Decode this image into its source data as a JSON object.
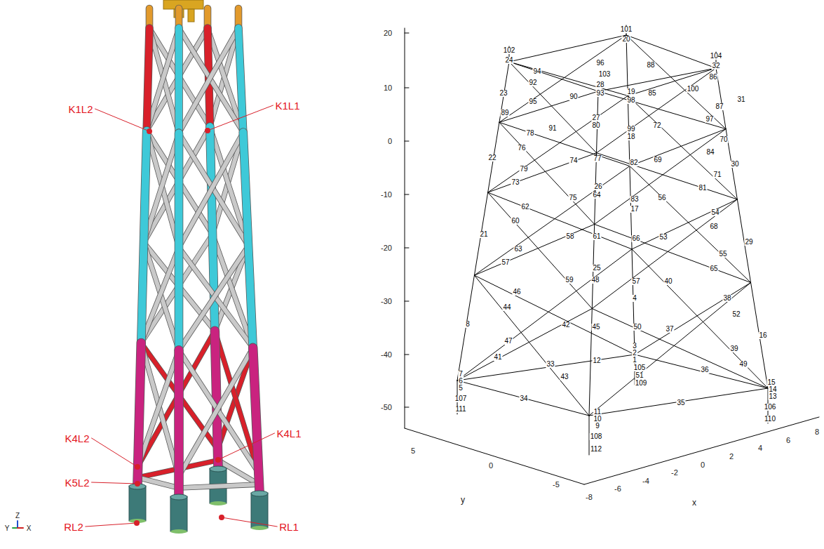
{
  "diagram": {
    "labels": [
      "K1L2",
      "K1L1",
      "K4L2",
      "K4L1",
      "K5L2",
      "RL2",
      "RL1",
      "Z",
      "Y",
      "X",
      "101",
      "20",
      "102",
      "24",
      "96",
      "94",
      "88",
      "104",
      "32",
      "103",
      "92",
      "28",
      "93",
      "19",
      "90",
      "85",
      "86",
      "100",
      "23",
      "95",
      "98",
      "31",
      "89",
      "27",
      "80",
      "87",
      "91",
      "99",
      "18",
      "72",
      "97",
      "78",
      "70",
      "76",
      "84",
      "74",
      "77",
      "82",
      "69",
      "22",
      "30",
      "79",
      "73",
      "71",
      "81",
      "26",
      "64",
      "75",
      "56",
      "83",
      "17",
      "54",
      "62",
      "60",
      "68",
      "58",
      "61",
      "66",
      "53",
      "21",
      "29",
      "63",
      "55",
      "57",
      "65",
      "25",
      "59",
      "48",
      "57",
      "40",
      "38",
      "46",
      "4",
      "44",
      "52",
      "8",
      "42",
      "45",
      "50",
      "37",
      "16",
      "47",
      "3",
      "2",
      "1",
      "39",
      "41",
      "33",
      "12",
      "36",
      "49",
      "105",
      "51",
      "109",
      "43",
      "7",
      "6",
      "5",
      "15",
      "14",
      "13",
      "107",
      "34",
      "35",
      "106",
      "111",
      "11",
      "10",
      "9",
      "110",
      "108",
      "112",
      "20",
      "10",
      "0",
      "-10",
      "-20",
      "-30",
      "-40",
      "-50",
      "5",
      "0",
      "-5",
      "-8",
      "-6",
      "-4",
      "-2",
      "0",
      "2",
      "4",
      "6",
      "8",
      "y",
      "x"
    ]
  }
}
